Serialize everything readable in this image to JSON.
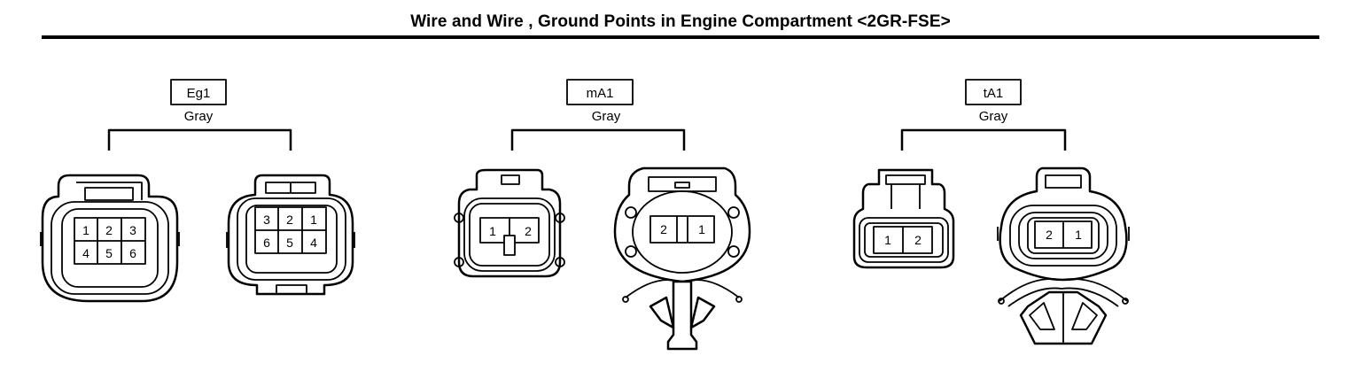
{
  "title": "Wire and Wire , Ground Points in Engine Compartment <2GR-FSE>",
  "connectors": [
    {
      "code": "Eg1",
      "color": "Gray",
      "left_pins": [
        "1",
        "2",
        "3",
        "4",
        "5",
        "6"
      ],
      "right_pins": [
        "3",
        "2",
        "1",
        "6",
        "5",
        "4"
      ]
    },
    {
      "code": "mA1",
      "color": "Gray",
      "left_pins": [
        "1",
        "2"
      ],
      "right_pins": [
        "2",
        "1"
      ]
    },
    {
      "code": "tA1",
      "color": "Gray",
      "left_pins": [
        "1",
        "2"
      ],
      "right_pins": [
        "2",
        "1"
      ]
    }
  ]
}
